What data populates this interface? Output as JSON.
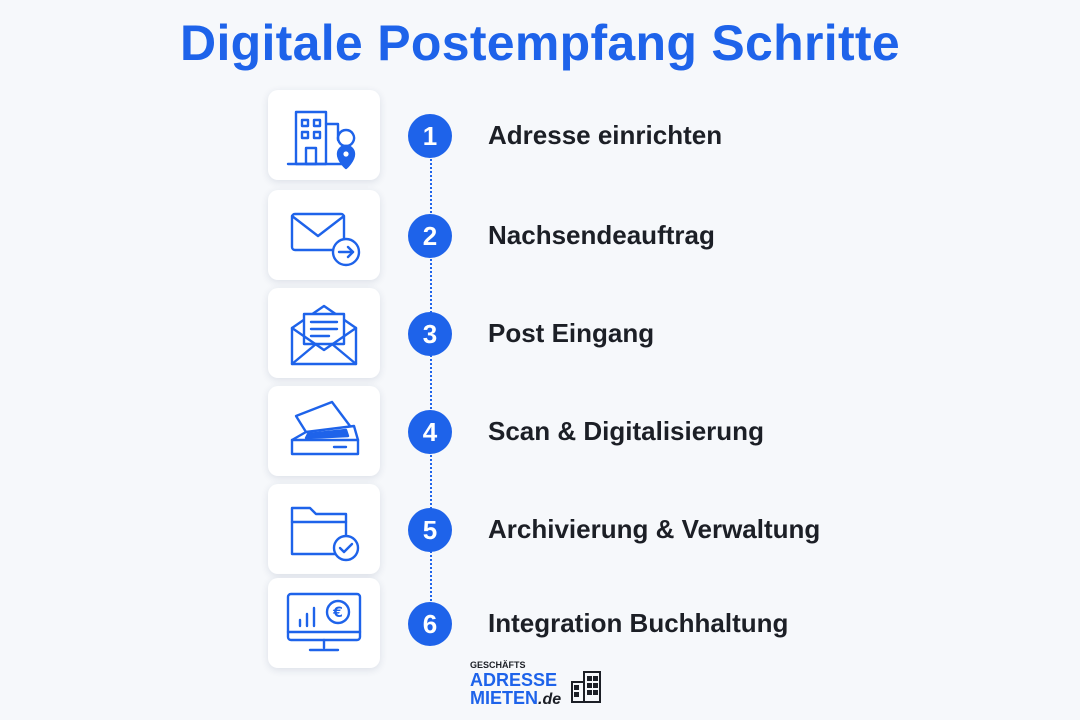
{
  "title": "Digitale Postempfang Schritte",
  "accent_color": "#1e63ea",
  "steps": [
    {
      "number": "1",
      "label": "Adresse einrichten",
      "icon": "building-location-icon"
    },
    {
      "number": "2",
      "label": "Nachsendeauftrag",
      "icon": "mail-forward-icon"
    },
    {
      "number": "3",
      "label": "Post Eingang",
      "icon": "open-envelope-icon"
    },
    {
      "number": "4",
      "label": "Scan & Digitalisierung",
      "icon": "scanner-icon"
    },
    {
      "number": "5",
      "label": "Archivierung & Verwaltung",
      "icon": "folder-check-icon"
    },
    {
      "number": "6",
      "label": "Integration Buchhaltung",
      "icon": "monitor-chart-euro-icon"
    }
  ],
  "logo": {
    "top_word": "GESCHÄFTS",
    "line1": "ADRESSE",
    "line2": "MIETEN",
    "tld": ".de"
  }
}
